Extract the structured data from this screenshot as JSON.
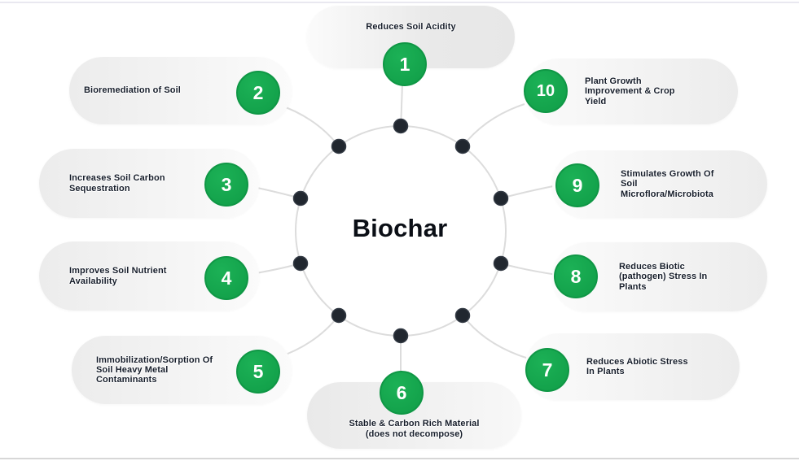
{
  "center": {
    "label": "Biochar"
  },
  "items": [
    {
      "number": "1",
      "label": "Reduces Soil Acidity"
    },
    {
      "number": "2",
      "label": "Bioremediation of Soil"
    },
    {
      "number": "3",
      "label": "Increases Soil Carbon\nSequestration"
    },
    {
      "number": "4",
      "label": "Improves Soil Nutrient\nAvailability"
    },
    {
      "number": "5",
      "label": "Immobilization/Sorption Of\nSoil Heavy Metal\nContaminants"
    },
    {
      "number": "6",
      "label": "Stable & Carbon Rich Material\n(does not decompose)"
    },
    {
      "number": "7",
      "label": "Reduces Abiotic Stress\nIn Plants"
    },
    {
      "number": "8",
      "label": "Reduces Biotic\n(pathogen) Stress In\nPlants"
    },
    {
      "number": "9",
      "label": "Stimulates Growth Of\nSoil\nMicroflora/Microbiota"
    },
    {
      "number": "10",
      "label": "Plant Growth\nImprovement & Crop\nYield"
    }
  ],
  "colors": {
    "accent_green": "#14A24B",
    "accent_green_border": "#0F9745",
    "node_dot": "#21272F",
    "hub_ring": "#DCDCDC",
    "pill_gray": "#ECECEC",
    "pill_light": "#FBFBFB",
    "text_dark": "#161D2A"
  }
}
